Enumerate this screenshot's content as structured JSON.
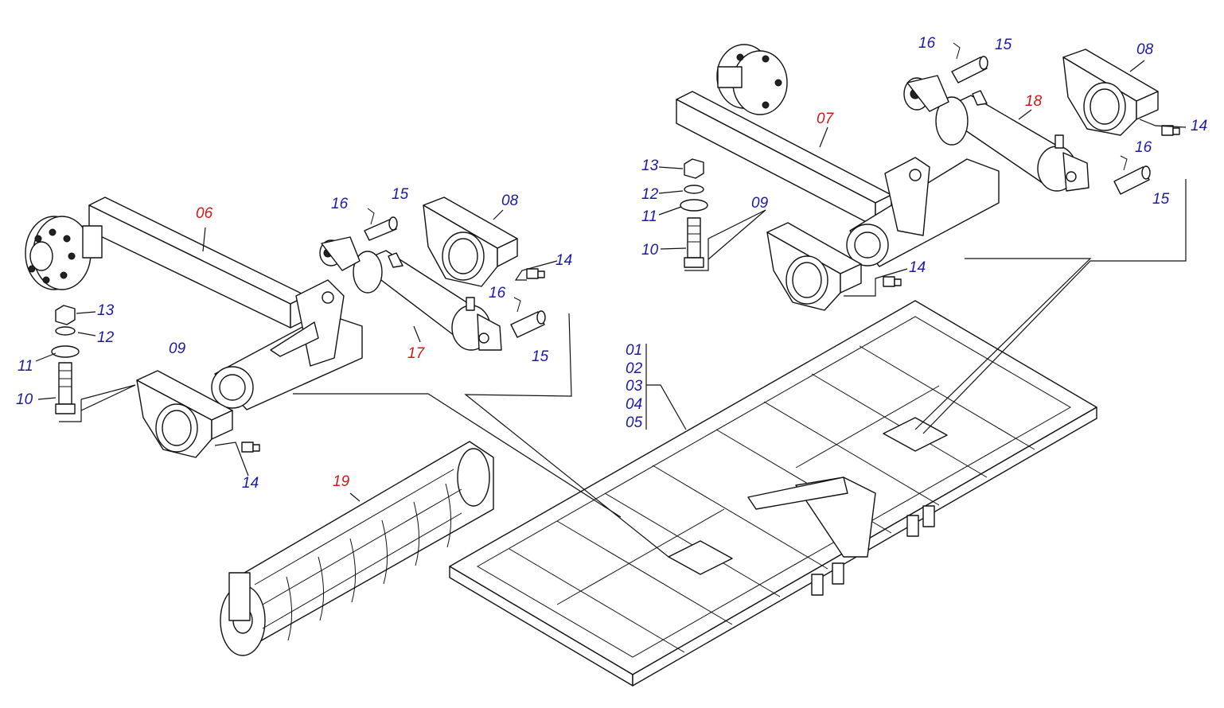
{
  "colors": {
    "part_label": "#1a1aa6",
    "assembly_label": "#d01818"
  },
  "labels": {
    "l06": "06",
    "l07": "07",
    "l08a": "08",
    "l08b": "08",
    "l09a": "09",
    "l09b": "09",
    "l10a": "10",
    "l10b": "10",
    "l11a": "11",
    "l11b": "11",
    "l12a": "12",
    "l12b": "12",
    "l13a": "13",
    "l13b": "13",
    "l14a": "14",
    "l14b": "14",
    "l14c": "14",
    "l14d": "14",
    "l15a": "15",
    "l15b": "15",
    "l15c": "15",
    "l15d": "15",
    "l16a": "16",
    "l16b": "16",
    "l16c": "16",
    "l16d": "16",
    "l17": "17",
    "l18": "18",
    "l19": "19",
    "frame": [
      "01",
      "02",
      "03",
      "04",
      "05"
    ]
  }
}
